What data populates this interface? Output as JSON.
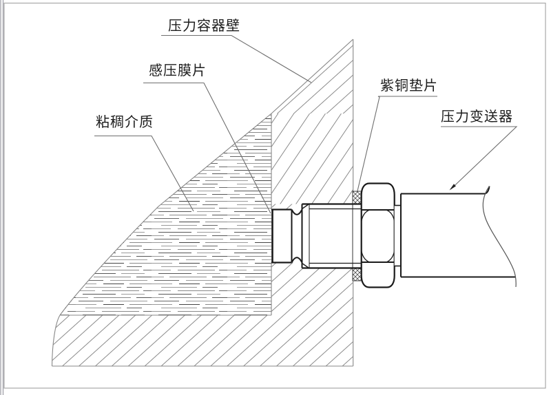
{
  "drawing": {
    "labels": {
      "vessel_wall": "压力容器壁",
      "sensing_diaphragm": "感压膜片",
      "viscous_medium": "粘稠介质",
      "copper_gasket": "紫铜垫片",
      "pressure_transmitter": "压力变送器"
    },
    "colors": {
      "outline": "#1a1a1a",
      "leader": "#6e6e6e",
      "hatch": "#8a8a8a",
      "frame": "#a8a8a8",
      "background": "#ffffff"
    }
  }
}
